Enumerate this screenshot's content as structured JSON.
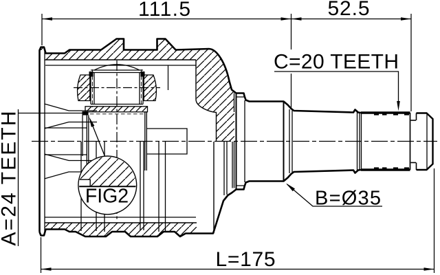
{
  "title": "CV joint technical drawing",
  "drawing": {
    "dimensions": {
      "housing_length": "111.5",
      "shaft_length": "52.5",
      "overall_length": "L=175"
    },
    "labels": {
      "inner_spline": "A=24 TEETH",
      "outer_spline": "C=20 TEETH",
      "shaft_diameter": "B=Ø35",
      "detail_callout": "FIG2"
    },
    "colors": {
      "line": "#000000",
      "background": "#ffffff"
    }
  }
}
